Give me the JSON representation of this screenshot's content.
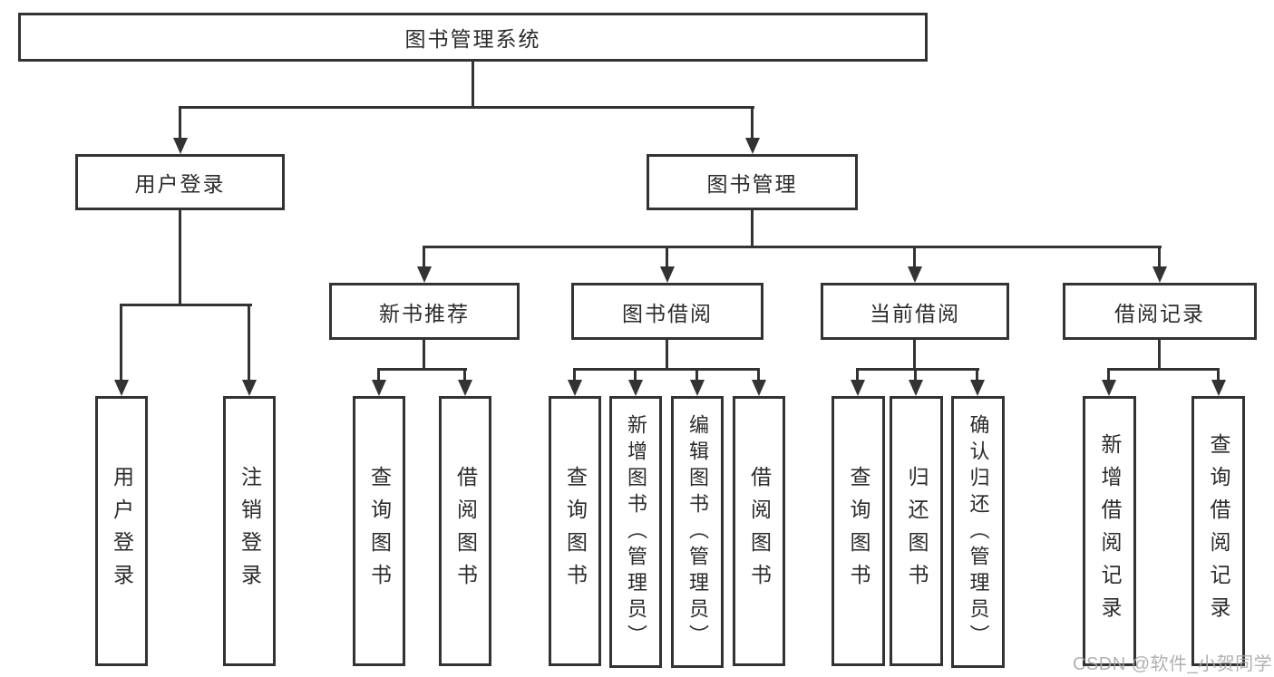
{
  "diagram": {
    "root": "图书管理系统",
    "level2": [
      {
        "label": "用户登录"
      },
      {
        "label": "图书管理"
      }
    ],
    "level3": [
      {
        "label": "新书推荐"
      },
      {
        "label": "图书借阅"
      },
      {
        "label": "当前借阅"
      },
      {
        "label": "借阅记录"
      }
    ],
    "leaves": {
      "user_login": [
        "用户登录",
        "注销登录"
      ],
      "new_book_recommend": [
        "查询图书",
        "借阅图书"
      ],
      "book_borrowing": [
        "查询图书",
        "新增图书（管理员）",
        "编辑图书（管理员）",
        "借阅图书"
      ],
      "current_borrowing": [
        "查询图书",
        "归还图书",
        "确认归还（管理员）"
      ],
      "borrowing_records": [
        "新增借阅记录",
        "查询借阅记录"
      ]
    }
  },
  "watermark": "CSDN @软件_小贺同学",
  "colors": {
    "line": "#333333",
    "text": "#2b2b2b",
    "background": "#ffffff",
    "watermark": "#a8a8a8"
  }
}
